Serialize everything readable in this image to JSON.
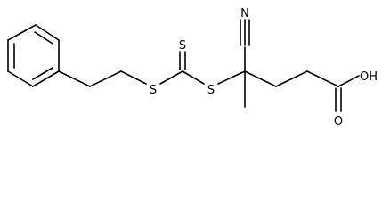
{
  "molecule": {
    "atoms": {
      "nitrile_n": "N",
      "thione_s": "S",
      "thioether_s_left": "S",
      "thioether_s_right": "S",
      "acid_oh": "OH",
      "carbonyl_o": "O"
    }
  },
  "colors": {
    "bond": "#000000",
    "label": "#000000",
    "background": "#ffffff"
  }
}
